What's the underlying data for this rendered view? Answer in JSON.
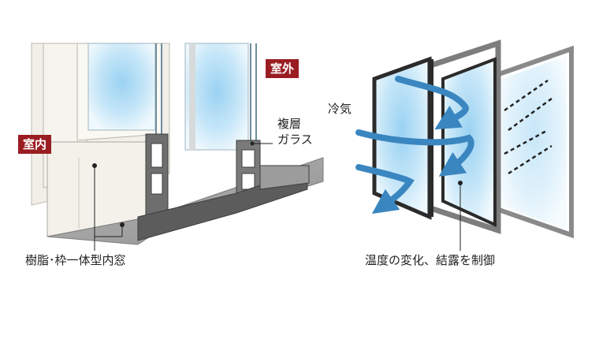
{
  "left_figure": {
    "outdoor_label": "室外",
    "indoor_label": "室内",
    "glass_label_line1": "複層",
    "glass_label_line2": "ガラス",
    "frame_label": "樹脂･枠一体型内窓"
  },
  "right_figure": {
    "cold_air_label": "冷気",
    "control_label": "温度の変化、結露を制御"
  },
  "colors": {
    "label_bg": "#9a1d22",
    "arrow_blue": "#3a86c0",
    "glass_blue": "#7fc4ec",
    "frame_dark": "#2b2b2b",
    "frame_gray": "#8a8a8a"
  }
}
